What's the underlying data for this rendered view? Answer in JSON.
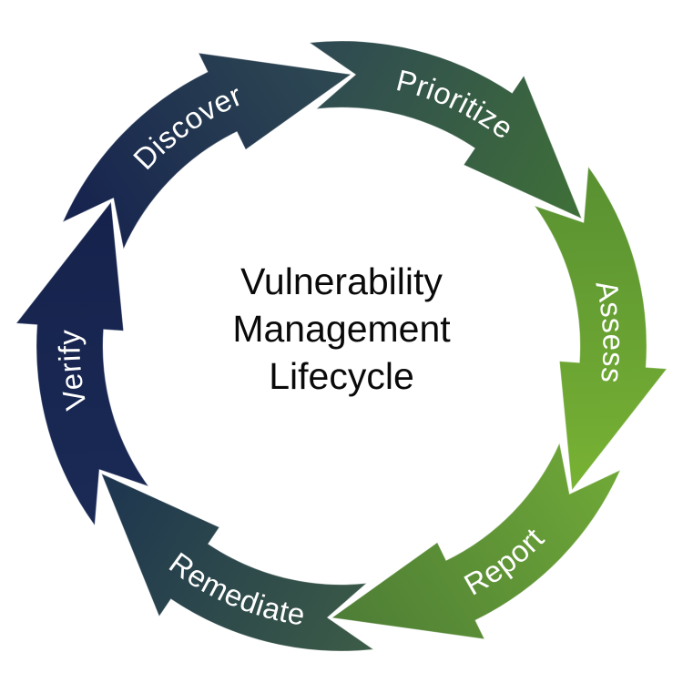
{
  "title": {
    "lines": [
      "Vulnerability",
      "Management",
      "Lifecycle"
    ]
  },
  "stages": [
    {
      "label": "Discover",
      "color_start": "#17244f",
      "color_end": "#2f4a52"
    },
    {
      "label": "Prioritize",
      "color_start": "#2f4a52",
      "color_end": "#3f7038"
    },
    {
      "label": "Assess",
      "color_start": "#5a9232",
      "color_end": "#78b233"
    },
    {
      "label": "Report",
      "color_start": "#6ea637",
      "color_end": "#4d7d36"
    },
    {
      "label": "Remediate",
      "color_start": "#3b5a47",
      "color_end": "#1d3550"
    },
    {
      "label": "Verify",
      "color_start": "#1a2a55",
      "color_end": "#15224c"
    }
  ]
}
